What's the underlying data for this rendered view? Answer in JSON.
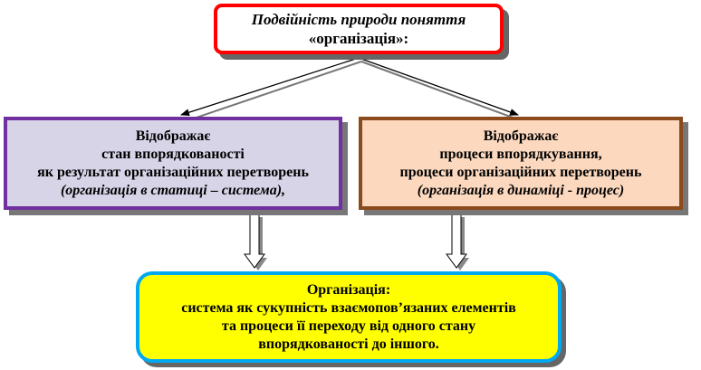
{
  "top": {
    "line1": "Подвійність природи поняття",
    "line2": "«організація»:"
  },
  "left": {
    "line1": "Відображає",
    "line2": "стан впорядкованості",
    "line3": "як результат організаційних перетворень",
    "line4": "(організація в статиці – система),"
  },
  "right": {
    "line1": "Відображає",
    "line2": "процеси впорядкування,",
    "line3": "процеси організаційних перетворень",
    "line4": "(організація в динаміці - процес)"
  },
  "bottom": {
    "line1": "Організація:",
    "line2": "система як сукупність взаємопов’язаних елементів",
    "line3": "та процеси її переходу від одного стану",
    "line4": "впорядкованості до іншого."
  },
  "colors": {
    "top_border": "#ff0000",
    "left_fill": "#d7d4e8",
    "left_border": "#7030a0",
    "right_fill": "#fbd8be",
    "right_border": "#8b4a1c",
    "bottom_fill": "#ffff00",
    "bottom_border": "#00a8f0"
  }
}
